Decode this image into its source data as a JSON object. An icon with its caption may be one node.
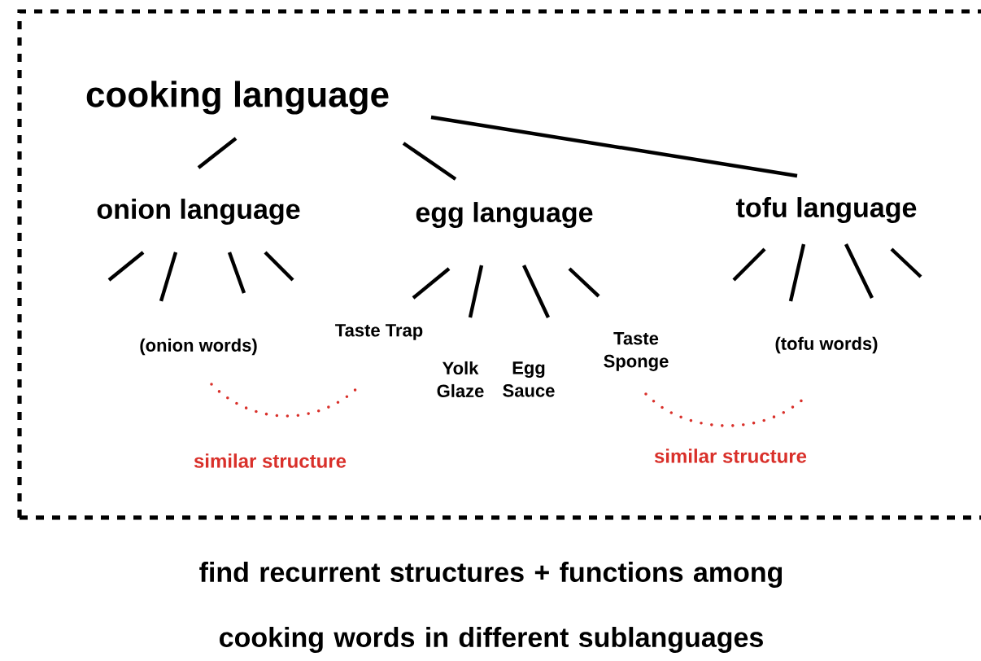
{
  "diagram": {
    "caption": "find recurrent structures + functions among cooking words in different sublanguages",
    "nodes": [
      {
        "text": [
          "cooking language"
        ]
      },
      {
        "text": [
          "onion language"
        ]
      },
      {
        "text": [
          "egg language"
        ]
      },
      {
        "text": [
          "tofu language"
        ]
      },
      {
        "text": [
          "(onion words)"
        ]
      },
      {
        "text": [
          "Taste Trap"
        ]
      },
      {
        "text": [
          "Yolk Glaze"
        ]
      },
      {
        "text": [
          "Egg Sauce"
        ]
      },
      {
        "text": [
          "Taste Sponge"
        ]
      },
      {
        "text": [
          "(tofu words)"
        ]
      }
    ],
    "edges": [
      {
        "from": 0,
        "to": 1,
        "arrow": "none"
      },
      {
        "from": 0,
        "to": 2,
        "arrow": "none"
      },
      {
        "from": 0,
        "to": 3,
        "arrow": "none"
      },
      {
        "from": 1,
        "to": null,
        "arrow": "none"
      },
      {
        "from": 1,
        "to": 4,
        "arrow": "none"
      },
      {
        "from": 1,
        "to": 4,
        "arrow": "none"
      },
      {
        "from": 1,
        "to": null,
        "arrow": "none"
      },
      {
        "from": 2,
        "to": 5,
        "arrow": "none"
      },
      {
        "from": 2,
        "to": 6,
        "arrow": "none"
      },
      {
        "from": 2,
        "to": 7,
        "arrow": "none"
      },
      {
        "from": 2,
        "to": 8,
        "arrow": "none"
      },
      {
        "from": 3,
        "to": null,
        "arrow": "none"
      },
      {
        "from": 3,
        "to": 9,
        "arrow": "none"
      },
      {
        "from": 3,
        "to": 9,
        "arrow": "none"
      },
      {
        "from": 3,
        "to": null,
        "arrow": "none"
      }
    ],
    "labels": [
      "similar structure",
      "similar structure"
    ]
  }
}
